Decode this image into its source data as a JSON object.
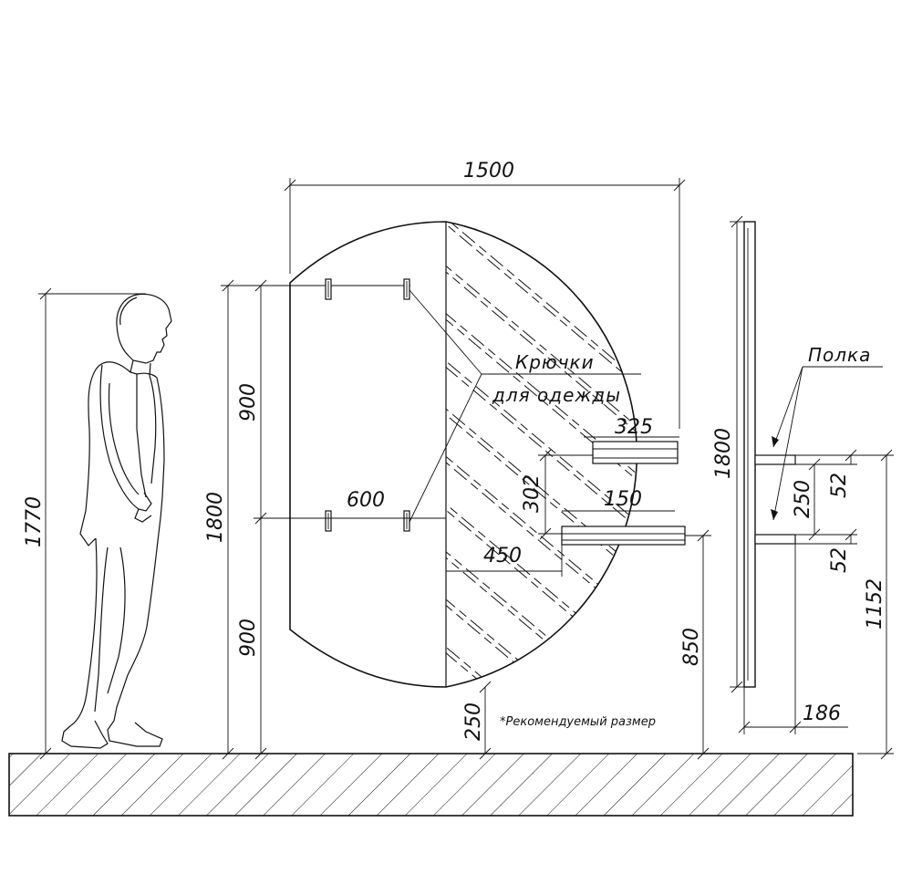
{
  "labels": {
    "hooks_line1": "Крючки",
    "hooks_line2": "для одежды",
    "shelf": "Полка",
    "note": "*Рекомендуемый размер"
  },
  "dimensions": {
    "width_total": "1500",
    "person_height": "1770",
    "mirror_height": "1800",
    "upper_900": "900",
    "lower_900": "900",
    "hooks_spacing": "600",
    "shelf_325": "325",
    "shelf_150": "150",
    "dim_302": "302",
    "dim_450": "450",
    "dim_250_bottom": "250",
    "dim_850": "850",
    "side_height": "1800",
    "side_250": "250",
    "side_52_top": "52",
    "side_52_bottom": "52",
    "side_1152": "1152",
    "side_186": "186"
  }
}
